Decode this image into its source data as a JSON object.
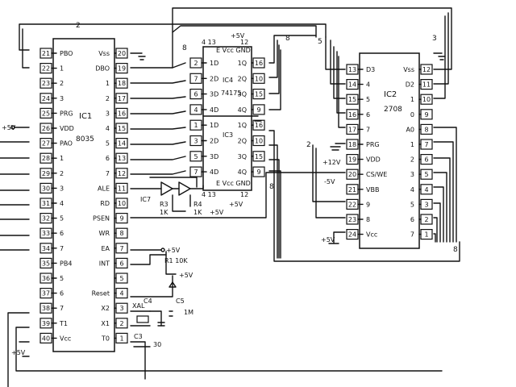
{
  "ic1": {
    "name": "IC1",
    "part": "8035",
    "left": [
      {
        "pin": "21",
        "label": "PBO"
      },
      {
        "pin": "22",
        "label": "1"
      },
      {
        "pin": "23",
        "label": "2"
      },
      {
        "pin": "24",
        "label": "3"
      },
      {
        "pin": "25",
        "label": "PRG"
      },
      {
        "pin": "26",
        "label": "VDD"
      },
      {
        "pin": "27",
        "label": "PAO"
      },
      {
        "pin": "28",
        "label": "1"
      },
      {
        "pin": "29",
        "label": "2"
      },
      {
        "pin": "30",
        "label": "3"
      },
      {
        "pin": "31",
        "label": "4"
      },
      {
        "pin": "32",
        "label": "5"
      },
      {
        "pin": "33",
        "label": "6"
      },
      {
        "pin": "34",
        "label": "7"
      },
      {
        "pin": "35",
        "label": "PB4"
      },
      {
        "pin": "36",
        "label": "5"
      },
      {
        "pin": "37",
        "label": "6"
      },
      {
        "pin": "38",
        "label": "7"
      },
      {
        "pin": "39",
        "label": "T1"
      },
      {
        "pin": "40",
        "label": "Vcc"
      }
    ],
    "right": [
      {
        "pin": "20",
        "label": "Vss"
      },
      {
        "pin": "19",
        "label": "DBO"
      },
      {
        "pin": "18",
        "label": "1"
      },
      {
        "pin": "17",
        "label": "2"
      },
      {
        "pin": "16",
        "label": "3"
      },
      {
        "pin": "15",
        "label": "4"
      },
      {
        "pin": "14",
        "label": "5"
      },
      {
        "pin": "13",
        "label": "6"
      },
      {
        "pin": "12",
        "label": "7"
      },
      {
        "pin": "11",
        "label": "ALE"
      },
      {
        "pin": "10",
        "label": "RD"
      },
      {
        "pin": "9",
        "label": "PSEN"
      },
      {
        "pin": "8",
        "label": "WR"
      },
      {
        "pin": "7",
        "label": "EA"
      },
      {
        "pin": "6",
        "label": "INT"
      },
      {
        "pin": "5",
        "label": ""
      },
      {
        "pin": "4",
        "label": "Reset"
      },
      {
        "pin": "3",
        "label": "X2"
      },
      {
        "pin": "2",
        "label": "X1"
      },
      {
        "pin": "1",
        "label": "T0"
      }
    ]
  },
  "latch": {
    "top_header": "E Vcc GND",
    "top_pins": "4 13",
    "top_num": "12",
    "top_vcc": "+5V",
    "ic4": "IC4",
    "ic3": "IC3",
    "part": "74175",
    "inputs": [
      {
        "pin": "2",
        "label": "1D"
      },
      {
        "pin": "7",
        "label": "2D"
      },
      {
        "pin": "6",
        "label": "3D"
      },
      {
        "pin": "4",
        "label": "4D"
      },
      {
        "pin": "1",
        "label": "1D"
      },
      {
        "pin": "3",
        "label": "2D"
      },
      {
        "pin": "5",
        "label": "3D"
      },
      {
        "pin": "7",
        "label": "4D"
      }
    ],
    "outputs": [
      {
        "pin": "16",
        "label": "1Q"
      },
      {
        "pin": "10",
        "label": "2Q"
      },
      {
        "pin": "15",
        "label": "3Q"
      },
      {
        "pin": "9",
        "label": "4Q"
      },
      {
        "pin": "16",
        "label": "1Q"
      },
      {
        "pin": "10",
        "label": "2Q"
      },
      {
        "pin": "15",
        "label": "3Q"
      },
      {
        "pin": "9",
        "label": "4Q"
      }
    ],
    "bottom_pins": "4 13",
    "bottom_header": "E Vcc GND",
    "bottom_num": "12",
    "bottom_vcc": "+5V"
  },
  "ic2": {
    "name": "IC2",
    "part": "2708",
    "left": [
      {
        "pin": "13",
        "label": "D3"
      },
      {
        "pin": "14",
        "label": "4"
      },
      {
        "pin": "15",
        "label": "5"
      },
      {
        "pin": "16",
        "label": "6"
      },
      {
        "pin": "17",
        "label": "7"
      },
      {
        "pin": "18",
        "label": "PRG"
      },
      {
        "pin": "19",
        "label": "VDD"
      },
      {
        "pin": "20",
        "label": "CS/WE"
      },
      {
        "pin": "21",
        "label": "VBB"
      },
      {
        "pin": "22",
        "label": "9"
      },
      {
        "pin": "23",
        "label": "8"
      },
      {
        "pin": "24",
        "label": "Vcc"
      }
    ],
    "right": [
      {
        "pin": "12",
        "label": "Vss"
      },
      {
        "pin": "11",
        "label": "D2"
      },
      {
        "pin": "10",
        "label": "1"
      },
      {
        "pin": "9",
        "label": "0"
      },
      {
        "pin": "8",
        "label": "A0"
      },
      {
        "pin": "7",
        "label": "1"
      },
      {
        "pin": "6",
        "label": "2"
      },
      {
        "pin": "5",
        "label": "3"
      },
      {
        "pin": "4",
        "label": "4"
      },
      {
        "pin": "3",
        "label": "5"
      },
      {
        "pin": "2",
        "label": "6"
      },
      {
        "pin": "1",
        "label": "7"
      }
    ]
  },
  "labels": {
    "bus_2": "2",
    "bus_8a": "8",
    "bus_8b": "8",
    "bus_8c": "8",
    "bus_5": "5",
    "bus_3": "3",
    "bus_2b": "2",
    "bus_8d": "8",
    "vdd_supply": "+5V",
    "ea_supply": "+5V",
    "r1": "R1 10K",
    "int_supply": "+5V",
    "xtal": "XAL",
    "c4": "C4",
    "c5": "C5",
    "c5_val": "1M",
    "c3": "C3",
    "c3_val": "30",
    "vcc_supply": "+5V",
    "ic7": "IC7",
    "r3": "R3",
    "r3_val": "1K",
    "r4": "R4",
    "r4_val": "1K",
    "r4_supply": "+5V",
    "prg_supply": "+12V",
    "vbb_supply": "-5V",
    "ic2_vcc_supply": "+5V"
  }
}
